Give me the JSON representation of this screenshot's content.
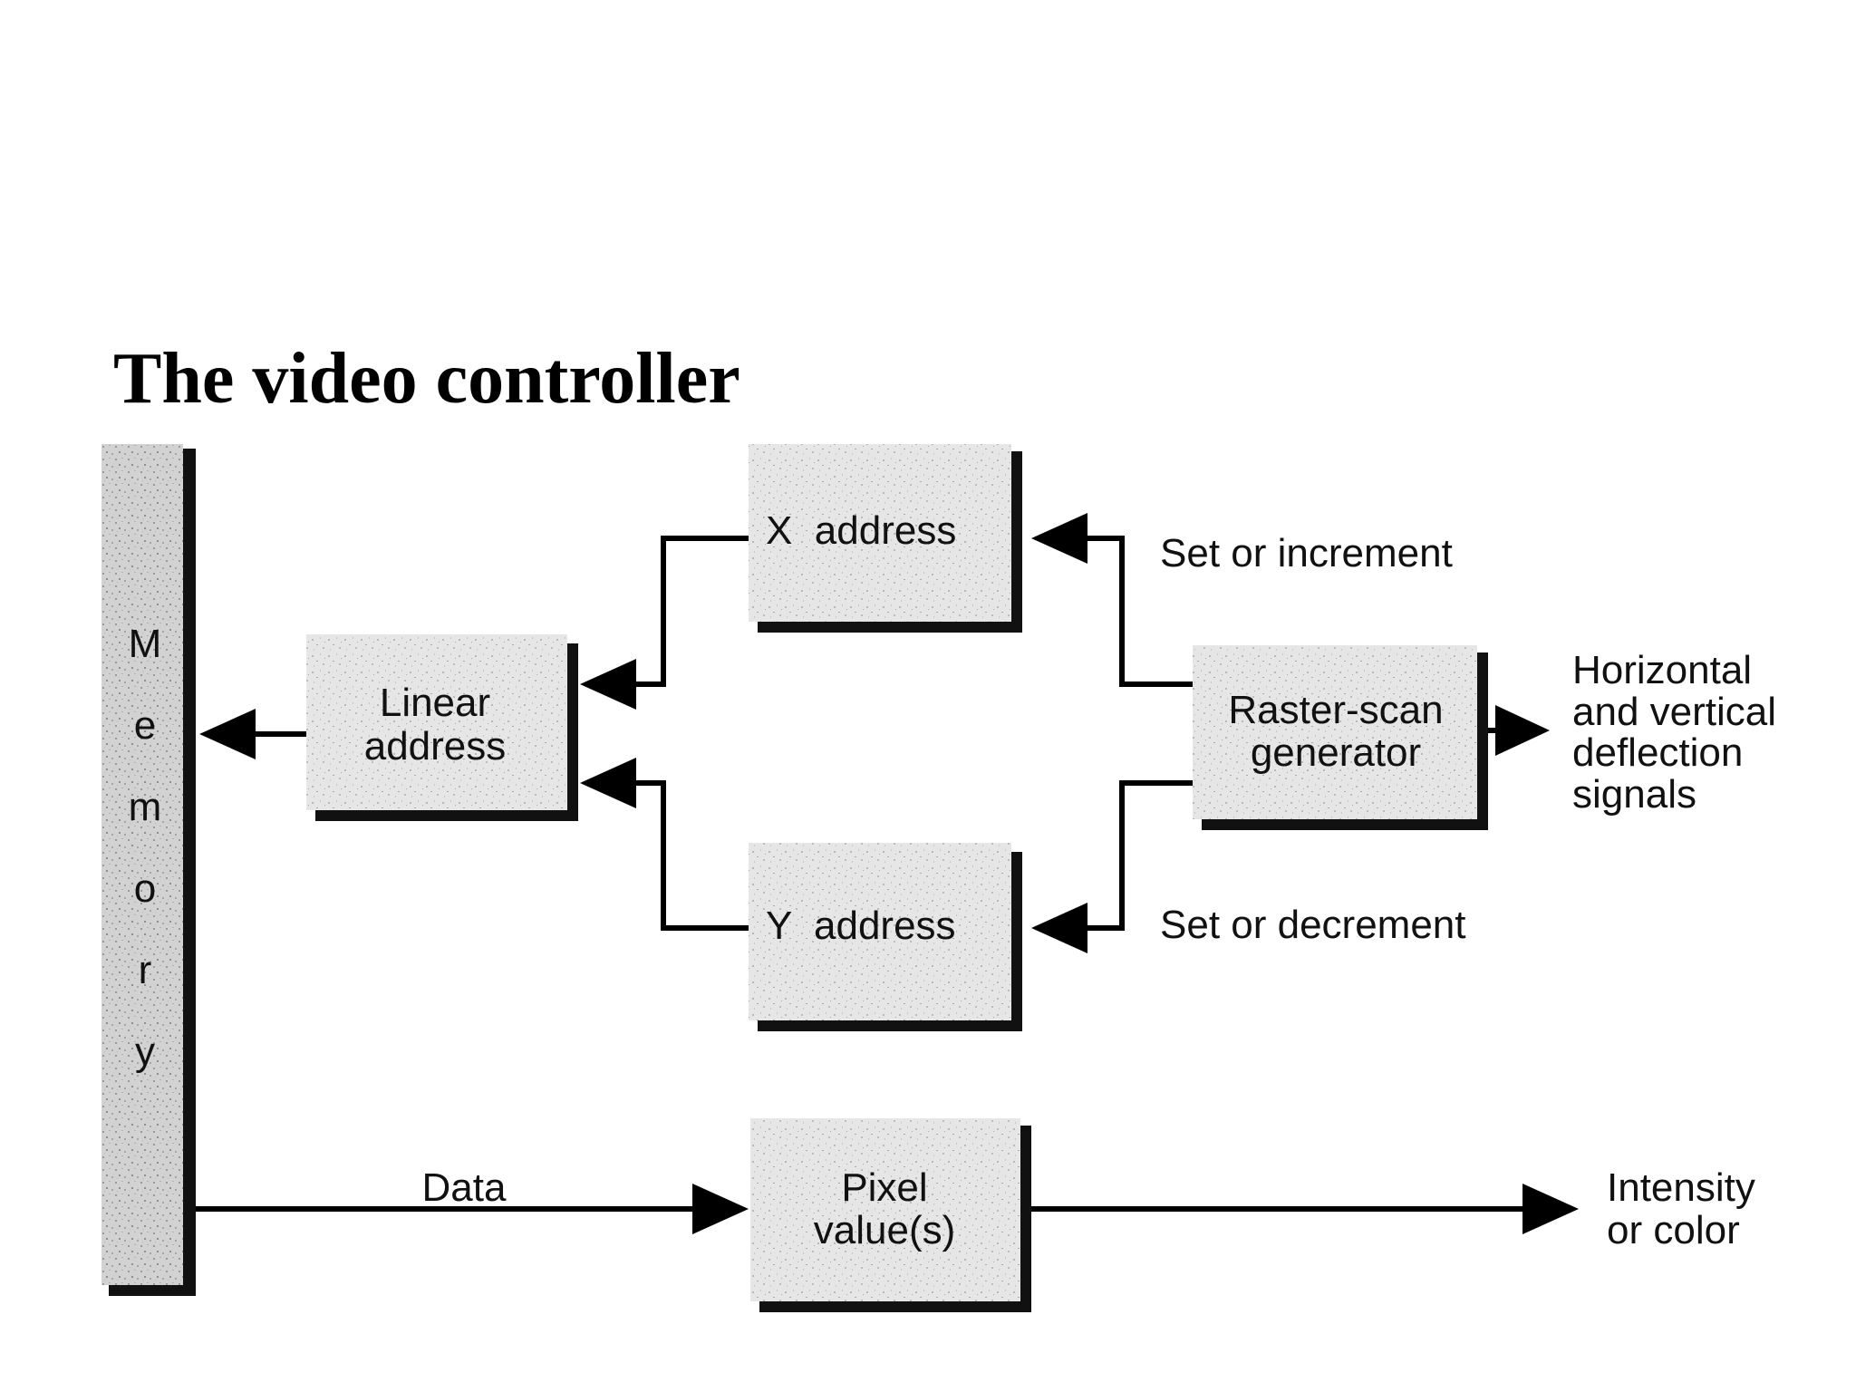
{
  "title": "The video controller",
  "memory": {
    "letters": [
      "M",
      "e",
      "m",
      "o",
      "r",
      "y"
    ]
  },
  "boxes": {
    "linear_address": [
      "Linear",
      "address"
    ],
    "x_address": "X  address",
    "y_address": "Y  address",
    "raster_scan": [
      "Raster-scan",
      "generator"
    ],
    "pixel_value": [
      "Pixel",
      "value(s)"
    ]
  },
  "labels": {
    "set_or_increment": "Set or increment",
    "set_or_decrement": "Set or decrement",
    "deflection": [
      "Horizontal",
      "and vertical",
      "deflection",
      "signals"
    ],
    "data": "Data",
    "intensity": [
      "Intensity",
      "or color"
    ]
  },
  "colors": {
    "box_fill": "#e4e4e4",
    "shadow": "#111111",
    "line": "#000000"
  }
}
